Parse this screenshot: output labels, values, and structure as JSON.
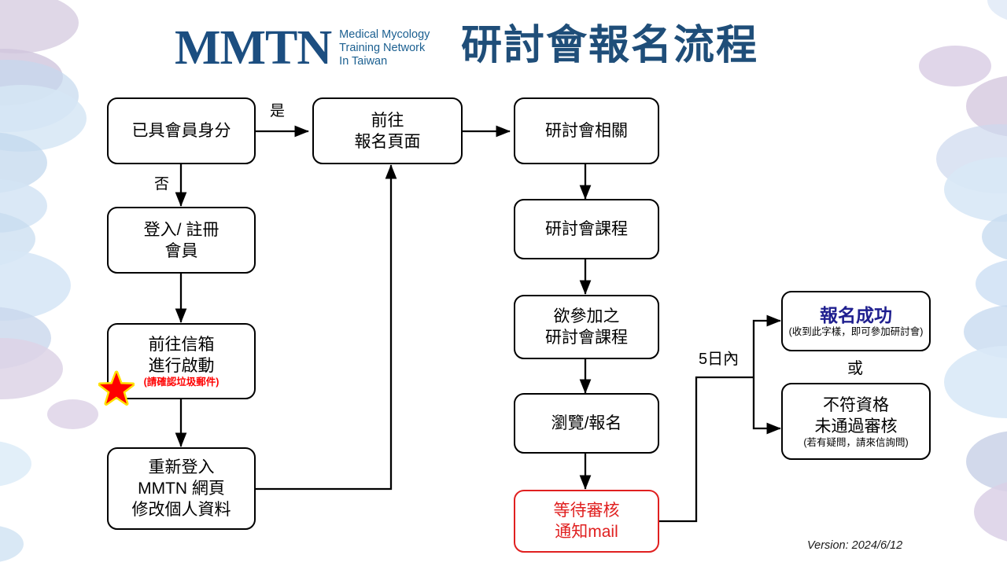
{
  "brand": {
    "logo_mark": "MMTN",
    "logo_line1": "Medical Mycology",
    "logo_line2": "Training Network",
    "logo_line3": "In Taiwan",
    "logo_color": "#1C4E80"
  },
  "title": "研討會報名流程",
  "title_color": "#1F4E79",
  "nodes": {
    "member_check": {
      "line1": "已具會員身分"
    },
    "login_register": {
      "line1": "登入/ 註冊",
      "line2": "會員"
    },
    "activate_mail": {
      "line1": "前往信箱",
      "line2": "進行啟動",
      "note": "(請確認垃圾郵件)",
      "note_color": "#FF0000"
    },
    "relogin_edit": {
      "line1": "重新登入",
      "line2": "MMTN 網頁",
      "line3": "修改個人資料"
    },
    "goto_signup": {
      "line1": "前往",
      "line2": "報名頁面"
    },
    "seminar_info": {
      "line1": "研討會相關"
    },
    "seminar_course": {
      "line1": "研討會課程"
    },
    "desired_course": {
      "line1": "欲參加之",
      "line2": "研討會課程"
    },
    "browse_signup": {
      "line1": "瀏覽/報名"
    },
    "waiting_review": {
      "line1": "等待審核",
      "line2": "通知mail",
      "color": "#E02020"
    },
    "success": {
      "line1": "報名成功",
      "note": "(收到此字樣，即可參加研討會)",
      "title_color": "#1F1F8F"
    },
    "rejected": {
      "line1": "不符資格",
      "line2": "未通過審核",
      "note": "(若有疑問，請來信詢問)"
    }
  },
  "edge_labels": {
    "yes": "是",
    "no": "否",
    "within_5_days": "5日內",
    "or": "或"
  },
  "icons": {
    "star": "red-star-icon"
  },
  "footer": {
    "version": "Version: 2024/6/12"
  }
}
